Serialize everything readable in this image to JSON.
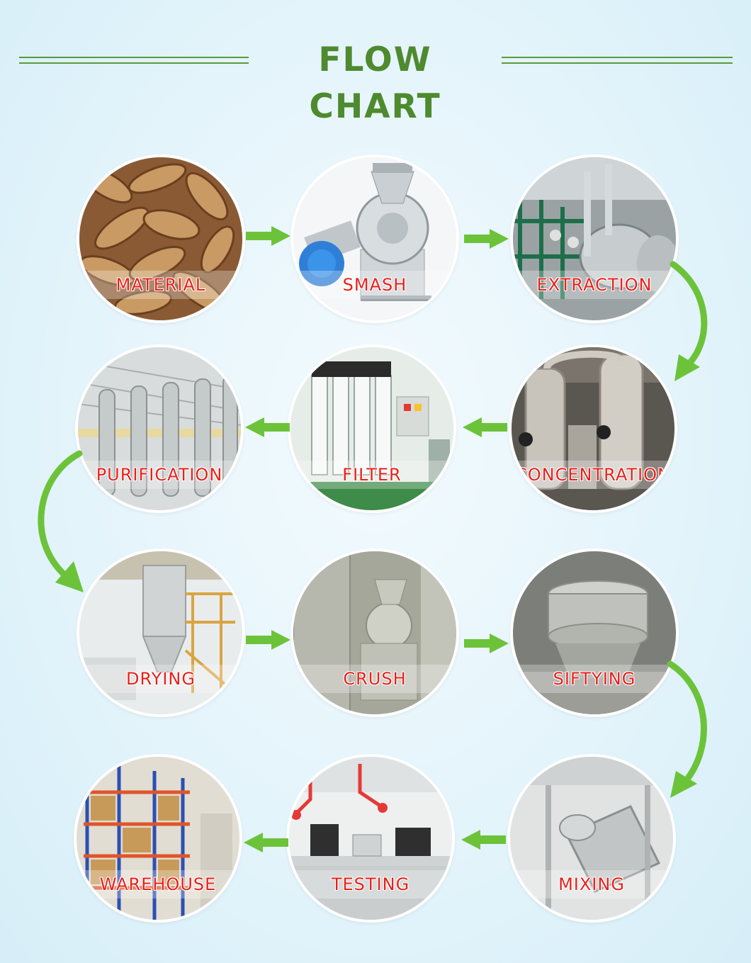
{
  "header": {
    "title": "FLOW CHART"
  },
  "colors": {
    "accent": "#4e8a2e",
    "arrow": "#6cc33a",
    "label": "#e8201a"
  },
  "steps": [
    {
      "label": "MATERIAL"
    },
    {
      "label": "SMASH"
    },
    {
      "label": "EXTRACTION"
    },
    {
      "label": "CONCENTRATION"
    },
    {
      "label": "FILTER"
    },
    {
      "label": "PURIFICATION"
    },
    {
      "label": "DRYING"
    },
    {
      "label": "CRUSH"
    },
    {
      "label": "SIFTYING"
    },
    {
      "label": "MIXING"
    },
    {
      "label": "TESTING"
    },
    {
      "label": "WAREHOUSE"
    }
  ]
}
